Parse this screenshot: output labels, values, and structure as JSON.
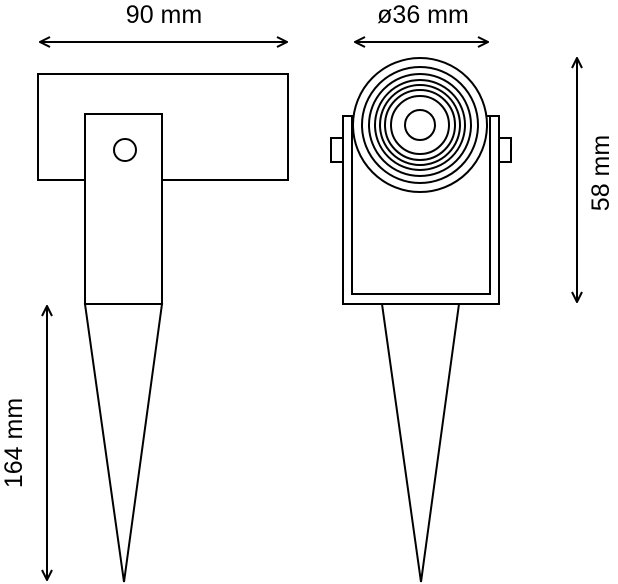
{
  "dimensions": {
    "width_label": "90 mm",
    "diameter_label": "ø36 mm",
    "height_label": "58 mm",
    "spike_label": "164 mm"
  },
  "colors": {
    "stroke": "#000000",
    "background": "#ffffff"
  }
}
